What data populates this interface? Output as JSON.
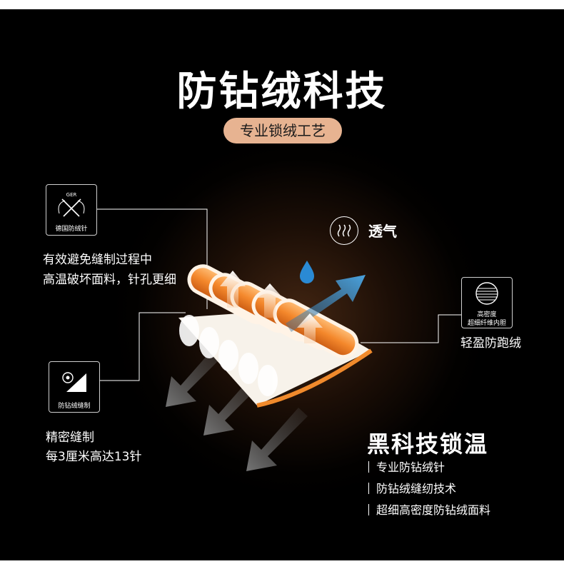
{
  "title": "防钻绒科技",
  "subtitle": "专业锁绒工艺",
  "badge_needle": {
    "top_text": "GER",
    "label": "德国防绒针",
    "icon": "crossed-needles-icon"
  },
  "needle_desc": [
    "有效避免缝制过程中",
    "高温破坏面料，针孔更细"
  ],
  "badge_stitch": {
    "label": "防钻绒缝制",
    "icon": "sewing-icon"
  },
  "stitch_desc": [
    "精密缝制",
    "每3厘米高达13针"
  ],
  "breathable": {
    "label": "透气",
    "icon": "heat-waves-icon"
  },
  "badge_fabric": {
    "label_line1": "高密度",
    "label_line2": "超细纤维内胆",
    "icon": "striped-circle-icon"
  },
  "fabric_desc": "轻盈防跑绒",
  "tech": {
    "title": "黑科技锁温",
    "features": [
      "专业防钻绒针",
      "防钻绒缝纫技术",
      "超细高密度防钻绒面料"
    ]
  },
  "colors": {
    "background": "#000000",
    "pill": "#e7b391",
    "quilt": "#f08a2c",
    "arrow_blue": "#3f8fc6",
    "drop_blue": "#2a8ad4"
  }
}
